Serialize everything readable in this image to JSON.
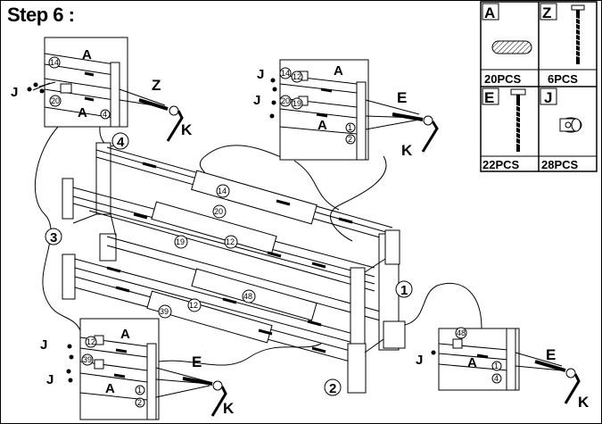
{
  "title": "Step 6 :",
  "parts": [
    {
      "letter": "A",
      "count": "20PCS"
    },
    {
      "letter": "Z",
      "count": "6PCS"
    },
    {
      "letter": "E",
      "count": "22PCS"
    },
    {
      "letter": "J",
      "count": "28PCS"
    }
  ],
  "part_labels": {
    "A": "A",
    "Z": "Z",
    "E": "E",
    "J": "J",
    "K": "K"
  },
  "bar_numbers": [
    "14",
    "20",
    "19",
    "12",
    "48",
    "12",
    "39"
  ],
  "circled": [
    "1",
    "2",
    "3",
    "4"
  ],
  "callouts": {
    "top_left": [
      "14",
      "20",
      "4"
    ],
    "top_mid": [
      "14",
      "12",
      "20",
      "19",
      "1",
      "2"
    ],
    "bottom_left": [
      "12",
      "39",
      "1",
      "2"
    ],
    "bottom_right": [
      "48",
      "1",
      "4"
    ]
  }
}
